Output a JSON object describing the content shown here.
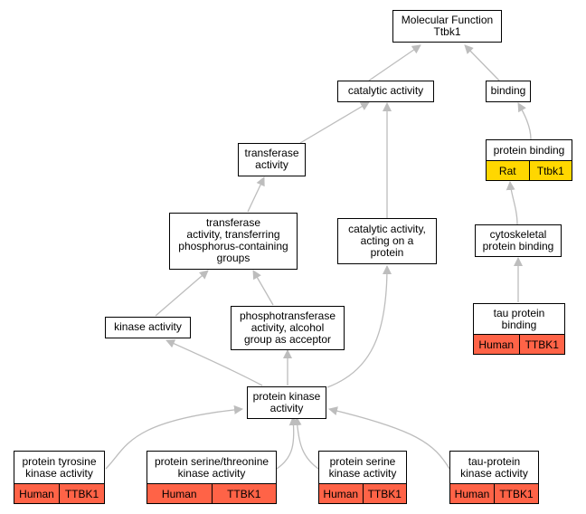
{
  "colors": {
    "edge": "#bdbdbd",
    "human_tag": "#ff6347",
    "rat_tag": "#ffd700"
  },
  "nodes": {
    "root": {
      "label": "Molecular Function\nTtbk1"
    },
    "catalytic": {
      "label": "catalytic activity"
    },
    "binding": {
      "label": "binding"
    },
    "transferase": {
      "label": "transferase\nactivity"
    },
    "protein_binding": {
      "label": "protein binding",
      "tags": [
        "Rat",
        "Ttbk1"
      ]
    },
    "transferase_phos": {
      "label": "transferase\nactivity, transferring\nphosphorus-containing\ngroups"
    },
    "catalytic_protein": {
      "label": "catalytic activity,\nacting on a\nprotein"
    },
    "cytoskeletal": {
      "label": "cytoskeletal\nprotein binding"
    },
    "kinase": {
      "label": "kinase activity"
    },
    "phosphotransferase": {
      "label": "phosphotransferase\nactivity, alcohol\ngroup as acceptor"
    },
    "tau_binding": {
      "label": "tau protein\nbinding",
      "tags": [
        "Human",
        "TTBK1"
      ]
    },
    "protein_kinase": {
      "label": "protein kinase\nactivity"
    },
    "tyrosine_kinase": {
      "label": "protein tyrosine\nkinase activity",
      "tags": [
        "Human",
        "TTBK1"
      ]
    },
    "ser_thr_kinase": {
      "label": "protein serine/threonine\nkinase activity",
      "tags": [
        "Human",
        "TTBK1"
      ]
    },
    "serine_kinase": {
      "label": "protein serine\nkinase activity",
      "tags": [
        "Human",
        "TTBK1"
      ]
    },
    "tau_kinase": {
      "label": "tau-protein\nkinase activity",
      "tags": [
        "Human",
        "TTBK1"
      ]
    }
  }
}
